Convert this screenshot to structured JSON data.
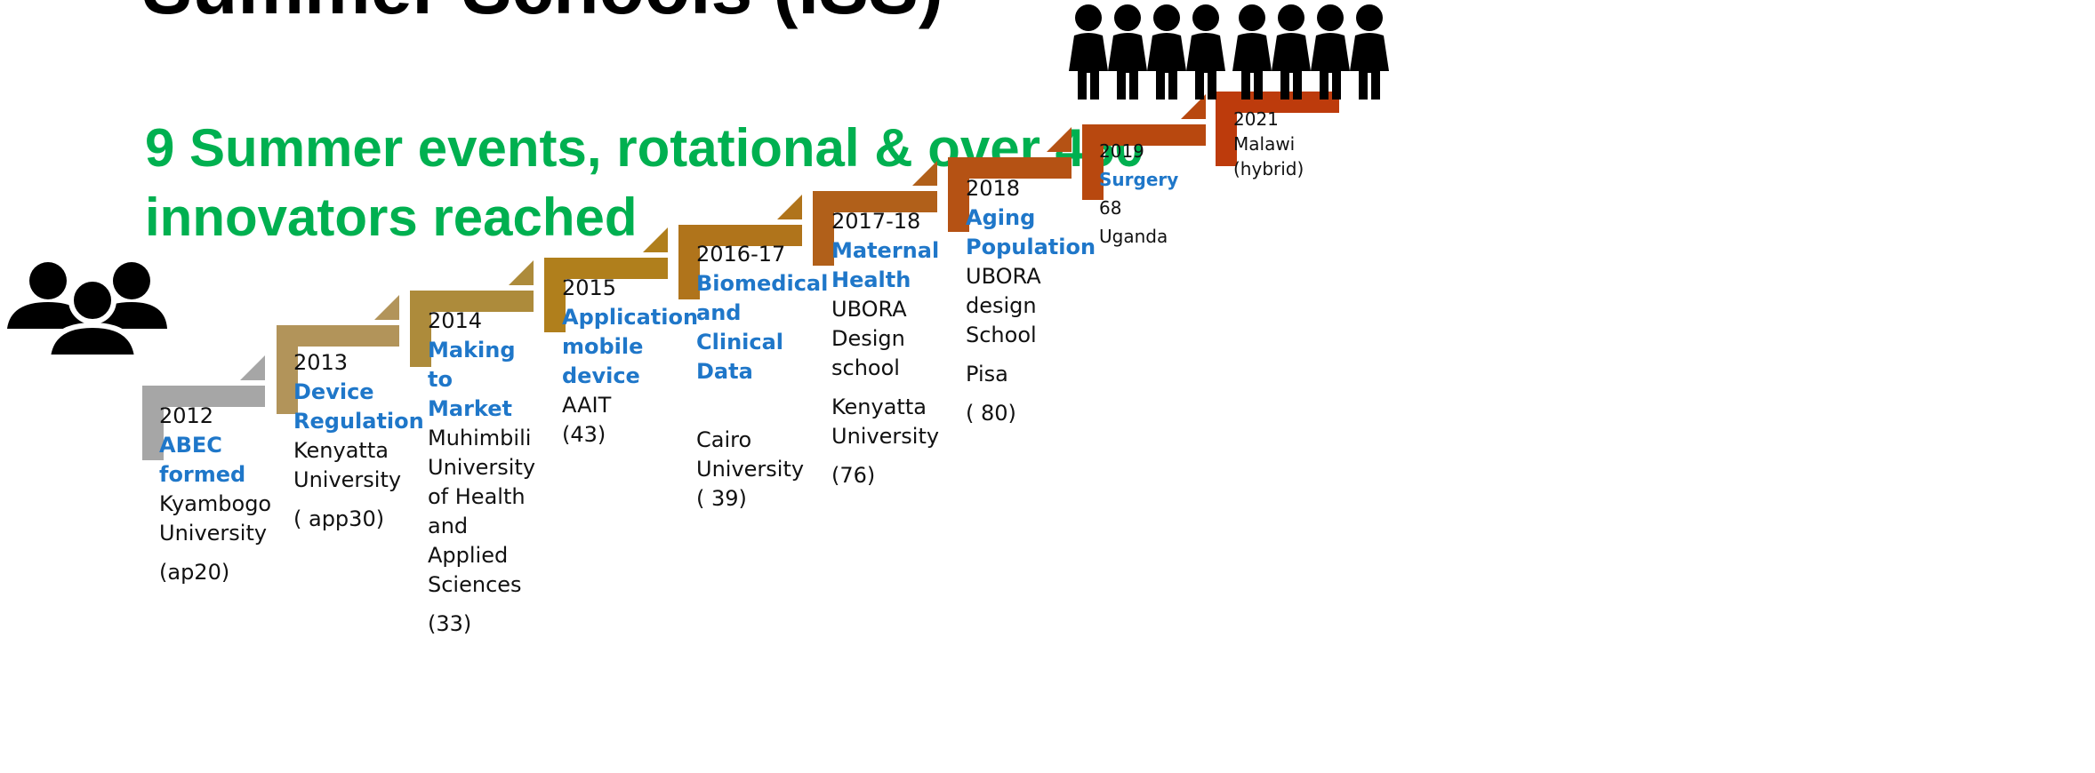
{
  "title": "Summer Schools (ISS)",
  "subtitle": "9 Summer  events, rotational & over 450 innovators reached",
  "icons": {
    "left": "group-people-icon",
    "right": "crowd-people-icon"
  },
  "steps": [
    {
      "year": "2012",
      "label": "ABEC formed",
      "lines": [
        "Kyambogo University",
        "(ap20)"
      ],
      "color": "#a6a6a6"
    },
    {
      "year": "2013",
      "label": "Device Regulation",
      "lines": [
        "Kenyatta University",
        "( app30)"
      ],
      "color": "#b2945a"
    },
    {
      "year": "2014",
      "label": "Making to Market",
      "lines": [
        "Muhimbili University of Health and Applied Sciences",
        "(33)"
      ],
      "color": "#ad8b3b"
    },
    {
      "year": "2015",
      "label": "Application mobile device",
      "label_suffix": " AAIT",
      "lines": [
        "(43)"
      ],
      "color": "#b07f1c"
    },
    {
      "year": "2016-17",
      "label": "Biomedical and Clinical Data",
      "lines": [
        "",
        "Cairo University ( 39)"
      ],
      "color": "#b0741b"
    },
    {
      "year": "2017-18",
      "label": "Maternal Health",
      "lines": [
        " UBORA Design school",
        "Kenyatta University",
        "(76)"
      ],
      "color": "#b1601a"
    },
    {
      "year": "2018",
      "label": "Aging Population",
      "lines": [
        "UBORA design School",
        "Pisa",
        "( 80)"
      ],
      "color": "#b55214"
    },
    {
      "year": "2019",
      "label": "Surgery",
      "lines": [
        "68",
        "Uganda"
      ],
      "color": "#b8480f"
    },
    {
      "year": "2021 Malawi (hybrid)",
      "label": "",
      "lines": [],
      "color": "#bd3b0c"
    }
  ]
}
